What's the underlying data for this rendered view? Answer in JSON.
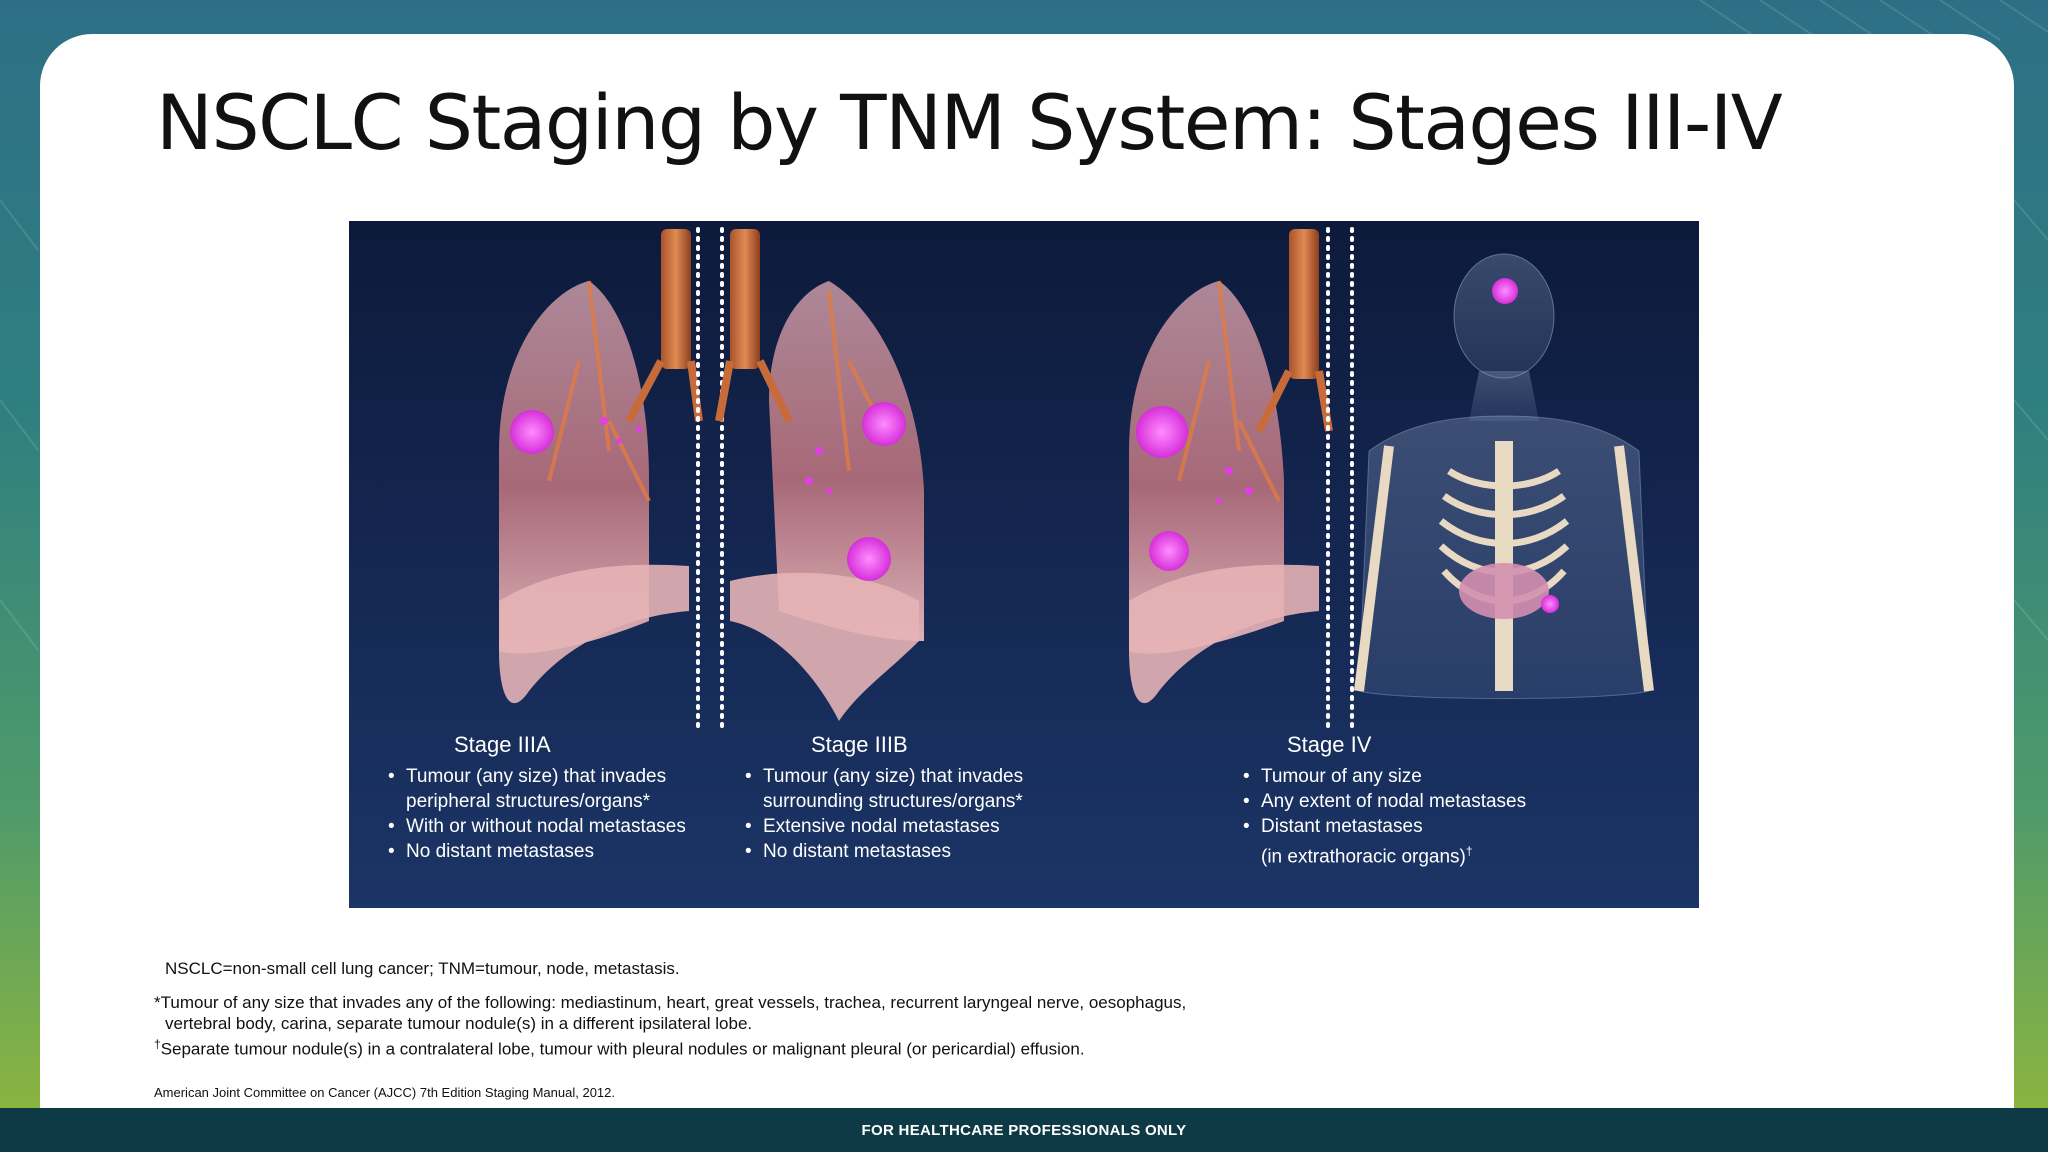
{
  "title": "NSCLC Staging by TNM System: Stages III-IV",
  "stages": [
    {
      "name": "Stage IIIA",
      "bullets": [
        "Tumour (any size) that invades",
        "peripheral structures/organs*",
        "With or without nodal metastases",
        "No distant metastases"
      ]
    },
    {
      "name": "Stage IIIB",
      "bullets": [
        "Tumour (any size) that invades",
        "surrounding structures/organs*",
        "Extensive nodal metastases",
        "No distant metastases"
      ]
    },
    {
      "name": "Stage IV",
      "bullets": [
        "Tumour of any size",
        "Any extent of nodal metastases",
        "Distant metastases",
        "(in extrathoracic organs)",
        "†"
      ]
    }
  ],
  "footnotes": {
    "abbreviations": "NSCLC=non-small cell lung cancer; TNM=tumour, node, metastasis.",
    "asterisk_line1": "*Tumour of any size that invades any of the following: mediastinum, heart, great vessels, trachea, recurrent laryngeal nerve, oesophagus,",
    "asterisk_line2": "vertebral body, carina, separate tumour nodule(s) in a different ipsilateral lobe.",
    "dagger_symbol": "†",
    "dagger": "Separate tumour nodule(s) in a contralateral lobe, tumour with pleural nodules or malignant pleural (or pericardial) effusion.",
    "reference": "American Joint Committee on Cancer (AJCC) 7th Edition Staging Manual, 2012."
  },
  "footer": "FOR HEALTHCARE PROFESSIONALS ONLY",
  "colors": {
    "panel_dark": "#0d1a3a",
    "panel_light": "#1b3566",
    "tumour": "#e23ee6",
    "lung": "#d8a0a8",
    "footer_bar": "#0d3a45"
  }
}
